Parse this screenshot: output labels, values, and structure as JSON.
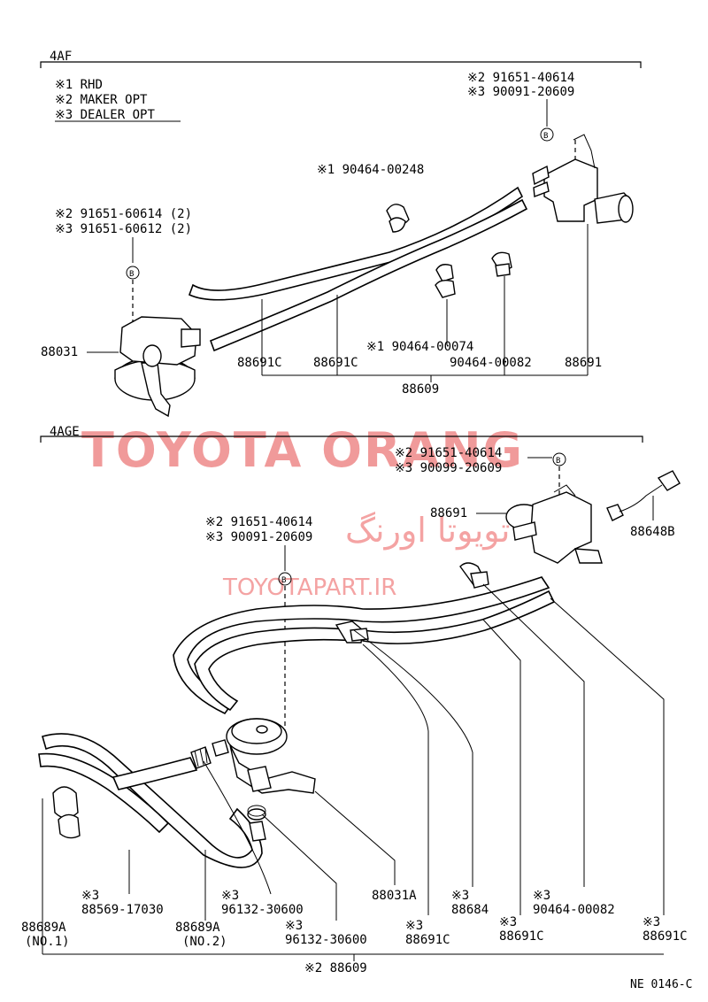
{
  "section_top": {
    "title": "4AF",
    "notes": [
      "※1 RHD",
      "※2 MAKER OPT",
      "※3 DEALER OPT"
    ],
    "labels": {
      "vsv_b1": "※2 91651-40614",
      "vsv_b2": "※3 90091-20609",
      "clip1": "※1 90464-00248",
      "bolt1": "※2 91651-60614 (2)",
      "bolt2": "※3 91651-60612 (2)",
      "p88031": "88031",
      "clip2": "※1 90464-00074",
      "clip3": "90464-00082",
      "hose_c1": "88691C",
      "hose_c2": "88691C",
      "vsv": "88691",
      "group": "88609"
    }
  },
  "section_bottom": {
    "title": "4AGE",
    "labels": {
      "vsv_b1": "※2 91651-40614",
      "vsv_b2": "※3 90099-20609",
      "vsv": "88691",
      "wire": "88648B",
      "act_b1": "※2 91651-40614",
      "act_b2": "※3 90091-20609",
      "p88031a": "88031A",
      "p88684_a": "※3",
      "p88684_b": "88684",
      "p90464_a": "※3",
      "p90464_b": "90464-00082",
      "p88691c_r_a": "※3",
      "p88691c_r_b": "88691C",
      "p88691c_m_a": "※3",
      "p88691c_m_b": "88691C",
      "p88691c_l_a": "※3",
      "p88691c_l_b": "88691C",
      "p88569_a": "※3",
      "p88569_b": "88569-17030",
      "p96132a_a": "※3",
      "p96132a_b": "96132-30600",
      "p96132b_a": "※3",
      "p96132b_b": "96132-30600",
      "p88689a1_a": "88689A",
      "p88689a1_b": "(NO.1)",
      "p88689a2_a": "88689A",
      "p88689a2_b": "(NO.2)",
      "group": "※2 88609"
    }
  },
  "watermark": {
    "brand": "TOYOTA ORANG",
    "persian": "تویوتا اورنگ",
    "site": "TOYOTAPART.IR",
    "color": "#f09a9a"
  },
  "footer_code": "NE 0146-C",
  "bolt_callout": "B"
}
